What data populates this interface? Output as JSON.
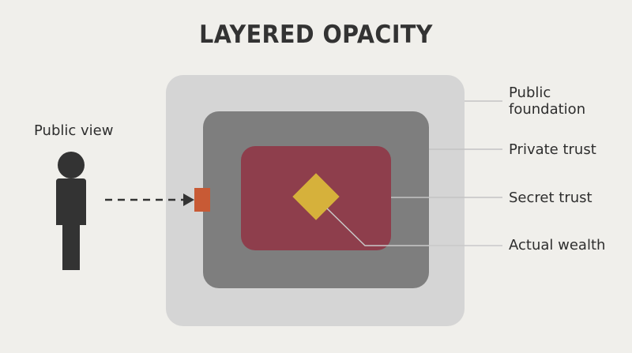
{
  "title": "LAYERED OPACITY",
  "viewer": {
    "label": "Public view"
  },
  "layers": [
    {
      "name": "Public foundation",
      "color": "#d5d5d5"
    },
    {
      "name": "Private trust",
      "color": "#7e7e7e"
    },
    {
      "name": "Secret trust",
      "color": "#8e3e4c"
    },
    {
      "name": "Actual wealth",
      "color": "#d6b13b"
    }
  ],
  "labels": {
    "public_foundation": "Public\nfoundation",
    "private_trust": "Private trust",
    "secret_trust": "Secret trust",
    "actual_wealth": "Actual wealth"
  },
  "colors": {
    "background": "#f0efeb",
    "figure": "#333333",
    "gate": "#c85a35",
    "leader": "#bdbdbd"
  }
}
